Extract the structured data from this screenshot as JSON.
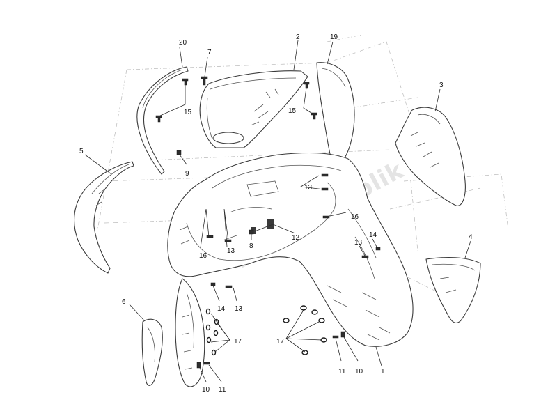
{
  "watermark": "partsrepublik",
  "callouts": {
    "c1": "1",
    "c2": "2",
    "c3": "3",
    "c4": "4",
    "c5": "5",
    "c6": "6",
    "c7": "7",
    "c8": "8",
    "c9": "9",
    "c10a": "10",
    "c10b": "10",
    "c11a": "11",
    "c11b": "11",
    "c12": "12",
    "c13a": "13",
    "c13b": "13",
    "c13c": "13",
    "c13d": "13",
    "c14a": "14",
    "c14b": "14",
    "c15a": "15",
    "c15b": "15",
    "c16a": "16",
    "c16b": "16",
    "c17a": "17",
    "c17b": "17",
    "c19": "19",
    "c20": "20"
  }
}
